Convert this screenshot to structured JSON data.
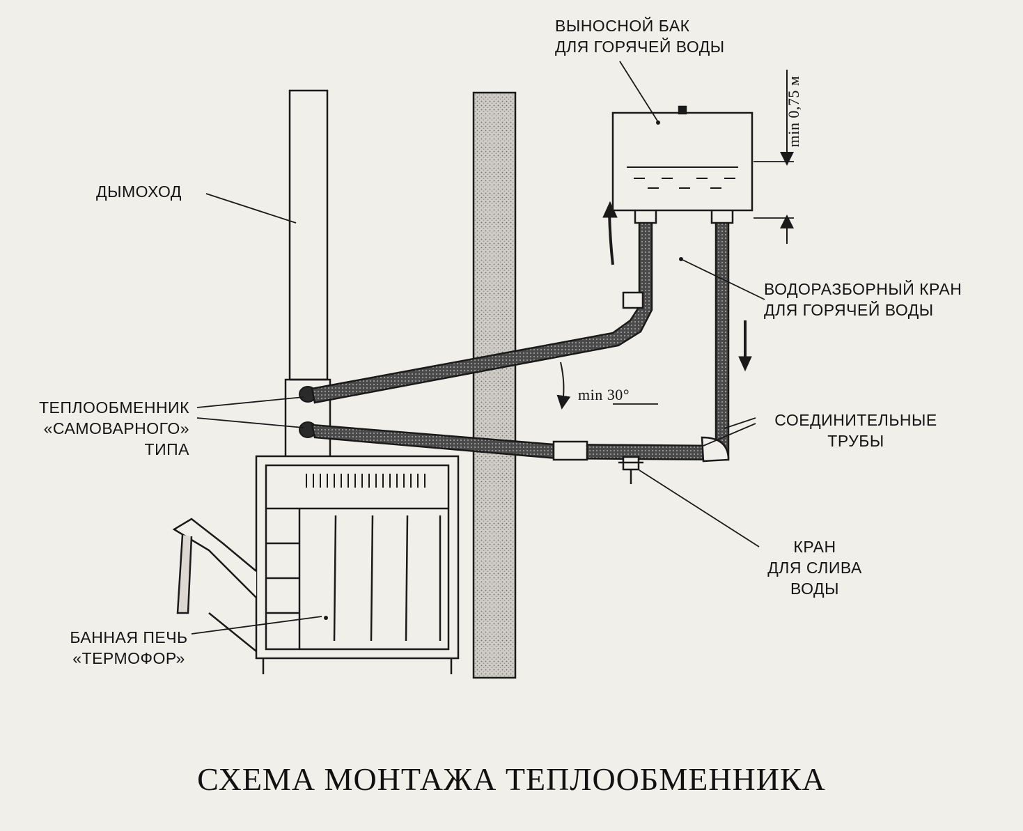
{
  "title": "СХЕМА МОНТАЖА ТЕПЛООБМЕННИКА",
  "labels": {
    "tank": [
      "ВЫНОСНОЙ БАК",
      "ДЛЯ ГОРЯЧЕЙ ВОДЫ"
    ],
    "chimney": "ДЫМОХОД",
    "faucet": [
      "ВОДОРАЗБОРНЫЙ КРАН",
      "ДЛЯ ГОРЯЧЕЙ ВОДЫ"
    ],
    "heat_exchanger": [
      "ТЕПЛООБМЕННИК",
      "«САМОВАРНОГО»",
      "ТИПА"
    ],
    "pipes": [
      "СОЕДИНИТЕЛЬНЫЕ",
      "ТРУБЫ"
    ],
    "drain": [
      "КРАН",
      "ДЛЯ СЛИВА",
      "ВОДЫ"
    ],
    "stove": [
      "БАННАЯ ПЕЧЬ",
      "«ТЕРМОФОР»"
    ],
    "min_height": "min 0,75 м",
    "min_angle": "min 30°"
  },
  "colors": {
    "ink": "#1a1a1a",
    "paper": "#f1efea",
    "hatch": "#8a8a8a"
  }
}
